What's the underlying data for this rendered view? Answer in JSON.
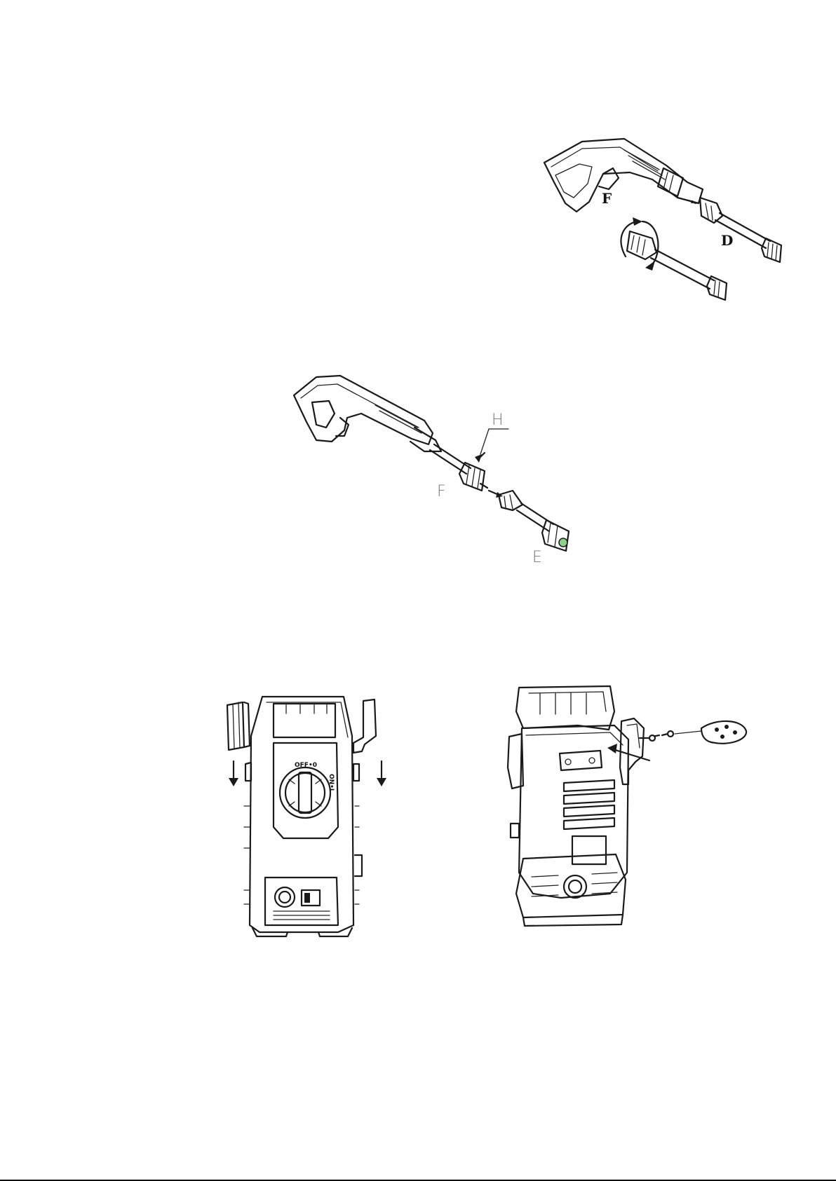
{
  "figure1": {
    "label_gun": "F",
    "label_lance": "D"
  },
  "figure2": {
    "label_h": "H",
    "label_f": "F",
    "label_e": "E"
  },
  "figure3": {
    "switch_off": "OFF•0",
    "switch_on": "ON•I"
  },
  "figure4": {}
}
